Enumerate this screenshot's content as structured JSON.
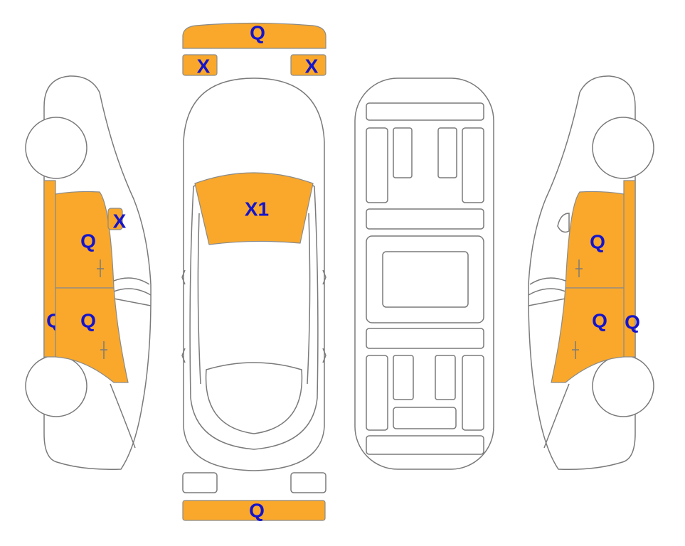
{
  "colors": {
    "damage_fill": "#F9A82B",
    "label": "#1414CC",
    "outline": "#7A7A7A"
  },
  "labels": {
    "front_bumper": "Q",
    "front_left_light": "X",
    "front_right_light": "X",
    "windshield": "X1",
    "rear_bumper": "Q",
    "left_mirror": "X",
    "left_front_door": "Q",
    "left_rear_door": "Q",
    "left_rocker": "Q",
    "right_front_door": "Q",
    "right_rear_door": "Q",
    "right_rocker": "Q"
  }
}
